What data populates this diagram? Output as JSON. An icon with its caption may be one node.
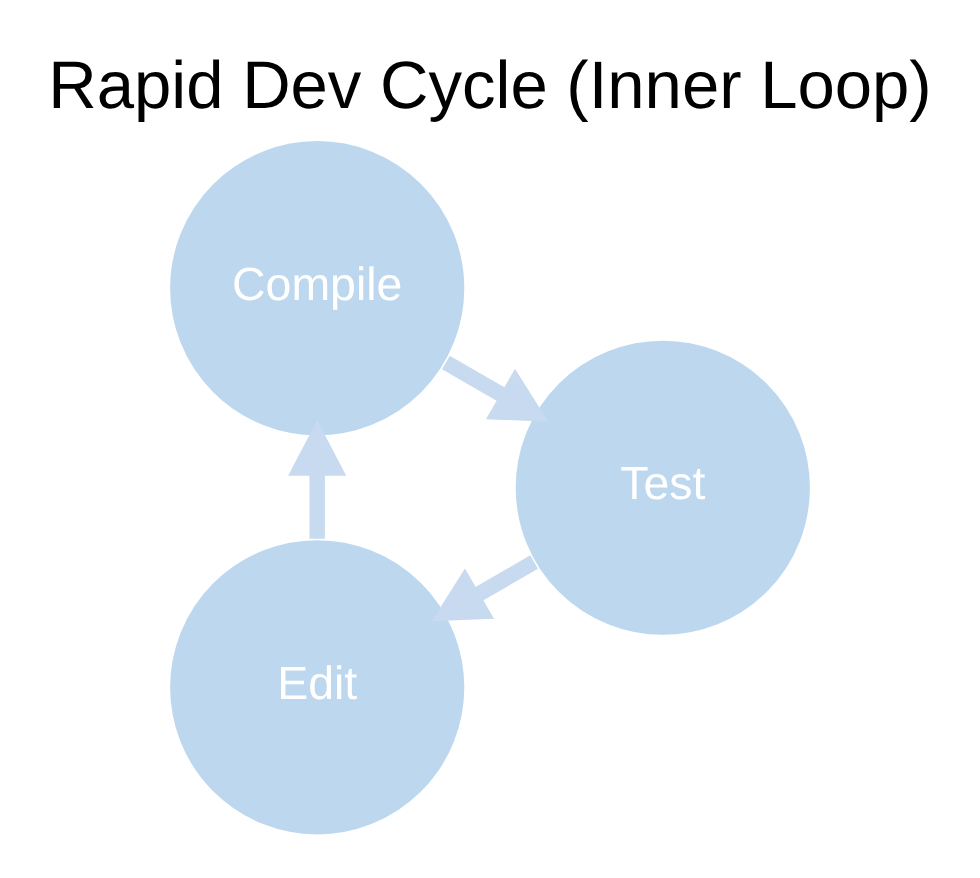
{
  "diagram": {
    "title": "Rapid Dev Cycle (Inner Loop)",
    "nodes": [
      {
        "text": [
          "Edit"
        ]
      },
      {
        "text": [
          "Compile"
        ]
      },
      {
        "text": [
          "Test"
        ]
      }
    ],
    "edges": [
      {
        "from": 0,
        "to": 1,
        "arrow": "to"
      },
      {
        "from": 1,
        "to": 2,
        "arrow": "to"
      },
      {
        "from": 2,
        "to": 0,
        "arrow": "to"
      }
    ]
  }
}
